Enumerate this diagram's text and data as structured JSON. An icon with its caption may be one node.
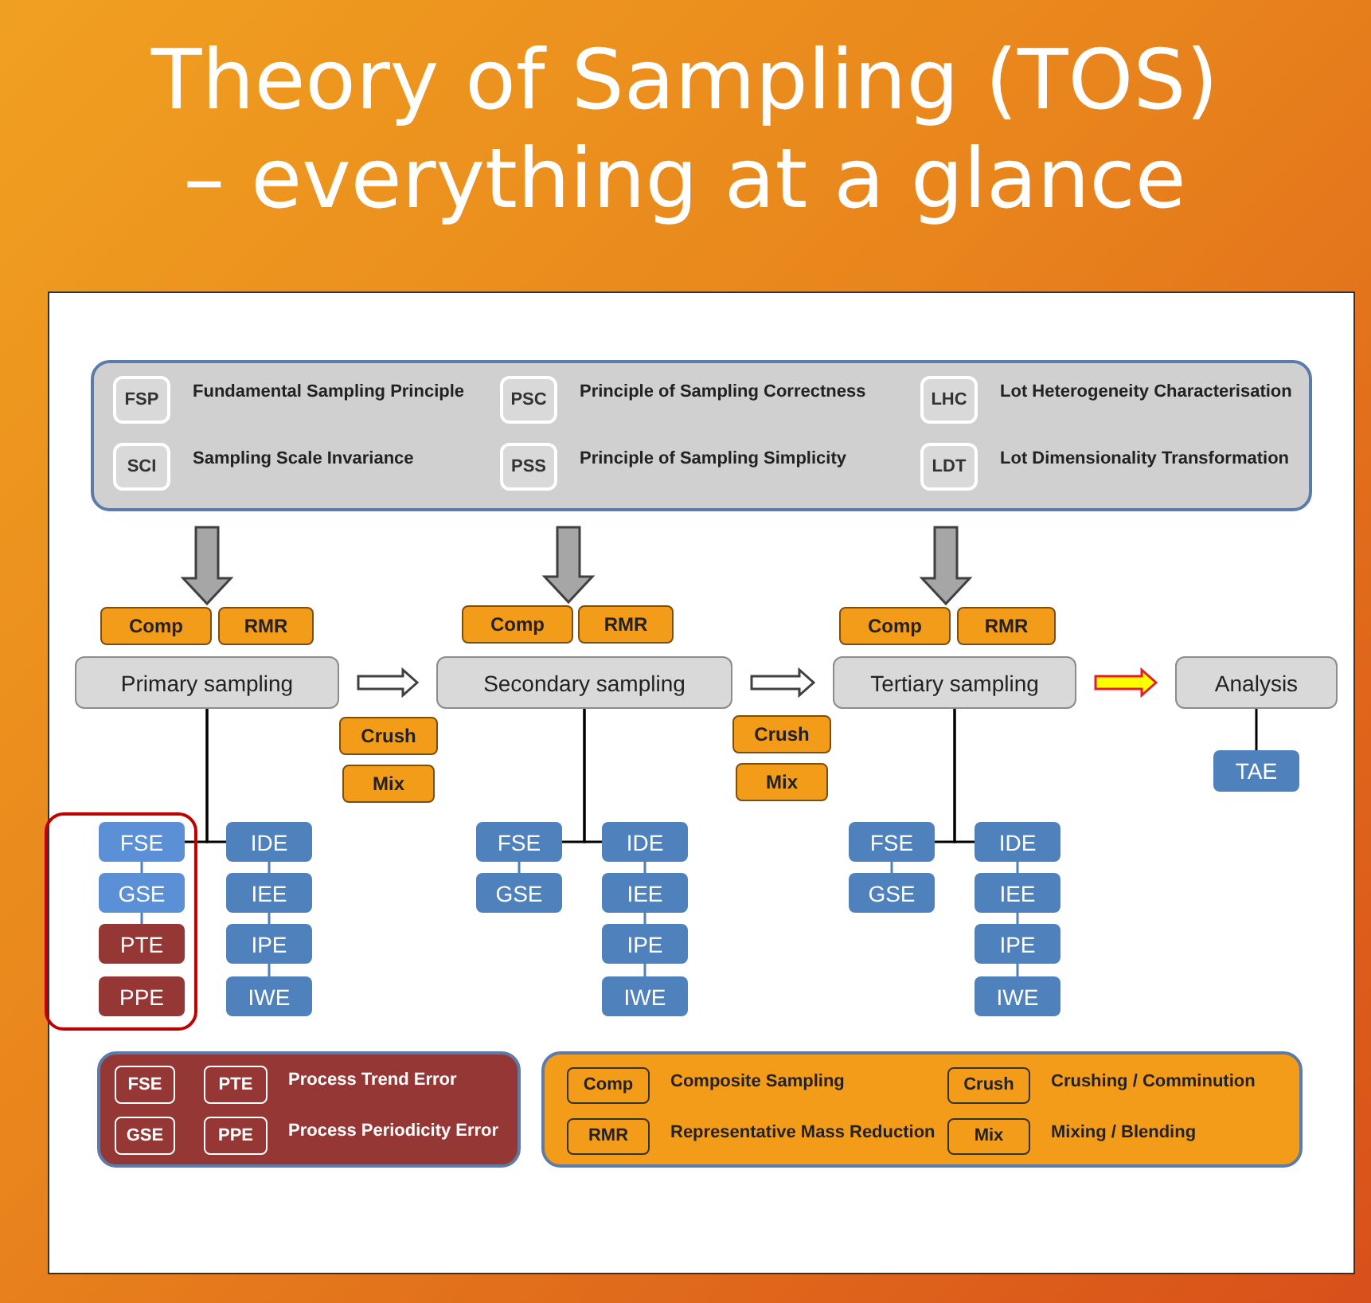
{
  "diagram": {
    "title": "Theory of Sampling (TOS) – everything at a glance",
    "nodes": [
      {
        "text": [],
        "shape": "box"
      },
      {
        "text": [
          "FSP"
        ],
        "in": 0,
        "beside": [
          "Fundamental Sampling Principle"
        ]
      },
      {
        "text": [
          "PSC"
        ],
        "in": 0,
        "beside": [
          "Principle of Sampling Correctness"
        ]
      },
      {
        "text": [
          "LHC"
        ],
        "in": 0,
        "beside": [
          "Lot Heterogeneity Characterisation"
        ]
      },
      {
        "text": [
          "SCI"
        ],
        "in": 0,
        "beside": [
          "Sampling Scale Invariance"
        ]
      },
      {
        "text": [
          "PSS"
        ],
        "in": 0,
        "beside": [
          "Principle of Sampling Simplicity"
        ]
      },
      {
        "text": [
          "LDT"
        ],
        "in": 0,
        "beside": [
          "Lot Dimensionality Transformation"
        ]
      },
      {
        "text": [
          "Comp"
        ]
      },
      {
        "text": [
          "RMR"
        ]
      },
      {
        "text": [
          "Primary sampling"
        ]
      },
      {
        "text": [
          "Crush"
        ]
      },
      {
        "text": [
          "Mix"
        ]
      },
      {
        "text": [
          "Comp"
        ]
      },
      {
        "text": [
          "RMR"
        ]
      },
      {
        "text": [
          "Secondary sampling"
        ]
      },
      {
        "text": [
          "Crush"
        ]
      },
      {
        "text": [
          "Mix"
        ]
      },
      {
        "text": [
          "Comp"
        ]
      },
      {
        "text": [
          "RMR"
        ]
      },
      {
        "text": [
          "Tertiary sampling"
        ]
      },
      {
        "text": [
          "Analysis"
        ]
      },
      {
        "text": [
          "TAE"
        ]
      },
      {
        "text": [],
        "shape": "box"
      },
      {
        "text": [
          "FSE"
        ],
        "in": 22
      },
      {
        "text": [
          "GSE"
        ],
        "in": 22
      },
      {
        "text": [
          "PTE"
        ],
        "in": 22
      },
      {
        "text": [
          "PPE"
        ],
        "in": 22
      },
      {
        "text": [
          "IDE"
        ]
      },
      {
        "text": [
          "IEE"
        ]
      },
      {
        "text": [
          "IPE"
        ]
      },
      {
        "text": [
          "IWE"
        ]
      },
      {
        "text": [
          "FSE"
        ]
      },
      {
        "text": [
          "GSE"
        ]
      },
      {
        "text": [
          "IDE"
        ]
      },
      {
        "text": [
          "IEE"
        ]
      },
      {
        "text": [
          "IPE"
        ]
      },
      {
        "text": [
          "IWE"
        ]
      },
      {
        "text": [
          "FSE"
        ]
      },
      {
        "text": [
          "GSE"
        ]
      },
      {
        "text": [
          "IDE"
        ]
      },
      {
        "text": [
          "IEE"
        ]
      },
      {
        "text": [
          "IPE"
        ]
      },
      {
        "text": [
          "IWE"
        ]
      },
      {
        "text": [],
        "shape": "box"
      },
      {
        "text": [
          "FSE"
        ],
        "in": 43
      },
      {
        "text": [
          "PTE"
        ],
        "in": 43,
        "beside": [
          "Process Trend Error"
        ]
      },
      {
        "text": [
          "GSE"
        ],
        "in": 43
      },
      {
        "text": [
          "PPE"
        ],
        "in": 43,
        "beside": [
          "Process Periodicity Error"
        ]
      },
      {
        "text": [],
        "shape": "box"
      },
      {
        "text": [
          "Comp"
        ],
        "in": 48,
        "beside": [
          "Composite Sampling"
        ]
      },
      {
        "text": [
          "Crush"
        ],
        "in": 48,
        "beside": [
          "Crushing / Comminution"
        ]
      },
      {
        "text": [
          "RMR"
        ],
        "in": 48,
        "beside": [
          "Representative Mass Reduction"
        ]
      },
      {
        "text": [
          "Mix"
        ],
        "in": 48,
        "beside": [
          "Mixing / Blending"
        ]
      }
    ],
    "edges": [
      {
        "from": 0,
        "to": 7,
        "arrow": "to",
        "style": "thick",
        "color": "#a6a6a6"
      },
      {
        "from": 0,
        "to": 12,
        "arrow": "to",
        "style": "thick",
        "color": "#a6a6a6"
      },
      {
        "from": 0,
        "to": 17,
        "arrow": "to",
        "style": "thick",
        "color": "#a6a6a6"
      },
      {
        "from": 9,
        "to": 14,
        "arrow": "to",
        "style": "thick"
      },
      {
        "from": 14,
        "to": 19,
        "arrow": "to",
        "style": "thick"
      },
      {
        "from": 19,
        "to": 20,
        "arrow": "to",
        "style": "thick",
        "color": "#ffff00"
      },
      {
        "from": 9,
        "to": 23,
        "arrow": "none",
        "color": "#000000"
      },
      {
        "from": 9,
        "to": 27,
        "arrow": "none",
        "color": "#000000"
      },
      {
        "from": 23,
        "to": 24,
        "arrow": "none"
      },
      {
        "from": 24,
        "to": 25,
        "arrow": "none"
      },
      {
        "from": 27,
        "to": 28,
        "arrow": "none"
      },
      {
        "from": 28,
        "to": 29,
        "arrow": "none"
      },
      {
        "from": 29,
        "to": 30,
        "arrow": "none"
      },
      {
        "from": 14,
        "to": 31,
        "arrow": "none",
        "color": "#000000"
      },
      {
        "from": 14,
        "to": 33,
        "arrow": "none",
        "color": "#000000"
      },
      {
        "from": 31,
        "to": 32,
        "arrow": "none"
      },
      {
        "from": 33,
        "to": 34,
        "arrow": "none"
      },
      {
        "from": 34,
        "to": 35,
        "arrow": "none"
      },
      {
        "from": 35,
        "to": 36,
        "arrow": "none"
      },
      {
        "from": 19,
        "to": 37,
        "arrow": "none",
        "color": "#000000"
      },
      {
        "from": 19,
        "to": 39,
        "arrow": "none",
        "color": "#000000"
      },
      {
        "from": 37,
        "to": 38,
        "arrow": "none"
      },
      {
        "from": 39,
        "to": 40,
        "arrow": "none"
      },
      {
        "from": 40,
        "to": 41,
        "arrow": "none"
      },
      {
        "from": 41,
        "to": 42,
        "arrow": "none"
      },
      {
        "from": 20,
        "to": 21,
        "arrow": "none",
        "color": "#000000"
      }
    ]
  }
}
